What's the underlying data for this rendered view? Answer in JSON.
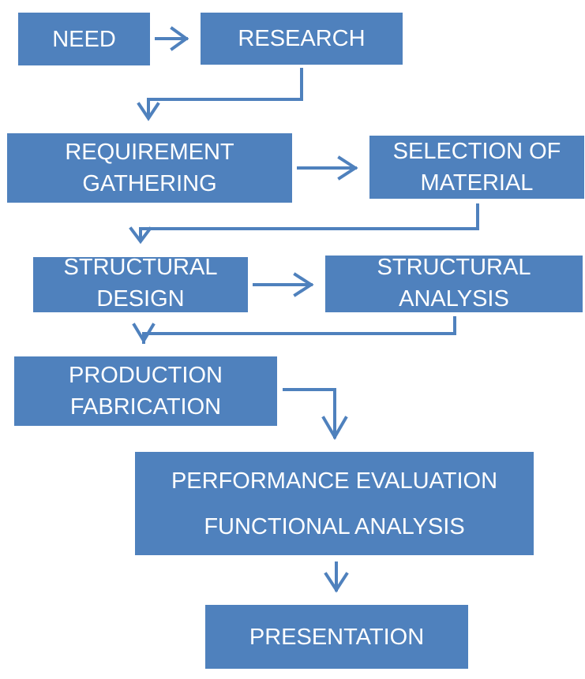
{
  "boxes": {
    "need": [
      "NEED"
    ],
    "research": [
      "RESEARCH"
    ],
    "requirement": [
      "REQUIREMENT",
      "GATHERING"
    ],
    "selection": [
      "SELECTION OF",
      "MATERIAL"
    ],
    "structural_design": [
      "STRUCTURAL",
      "DESIGN"
    ],
    "structural_analysis": [
      "STRUCTURAL",
      "ANALYSIS"
    ],
    "production": [
      "PRODUCTION",
      "FABRICATION"
    ],
    "performance": [
      "PERFORMANCE EVALUATION",
      "FUNCTIONAL ANALYSIS"
    ],
    "presentation": [
      "PRESENTATION"
    ]
  },
  "colors": {
    "box_fill": "#4f81bd",
    "text": "#ffffff",
    "connector": "#4f81bd"
  }
}
